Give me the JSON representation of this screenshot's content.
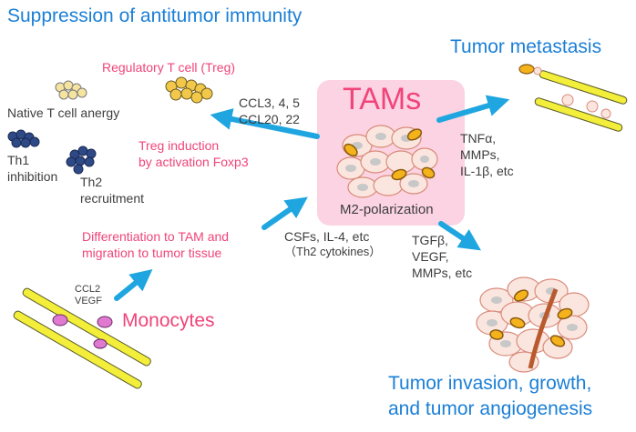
{
  "colors": {
    "title_blue": "#1b7fd6",
    "pink_text": "#f0447a",
    "arrow": "#1fa6e0",
    "tam_box": "#fbd3e2",
    "tumor_cell": "#fbe6df",
    "nucleus": "#c8c8c8",
    "macrophage": "#f4b21b",
    "vessel": "#f2ee3a",
    "monocyte": "#e07ad0"
  },
  "titles": {
    "suppression": "Suppression of antitumor immunity",
    "metastasis": "Tumor metastasis",
    "invasion_line1": "Tumor invasion, growth,",
    "invasion_line2": "and tumor angiogenesis"
  },
  "center": {
    "tams": "TAMs",
    "m2": "M2-polarization"
  },
  "labels": {
    "treg": "Regulatory T cell (Treg)",
    "native_anergy": "Native T cell anergy",
    "th1_line1": "Th1",
    "th1_line2": "inhibition",
    "th2_line1": "Th2",
    "th2_line2": "recruitment",
    "ccl_line1": "CCL3, 4, 5",
    "ccl_line2": "CCL20, 22",
    "treg_ind_line1": "Treg induction",
    "treg_ind_line2": "by activation Foxp3",
    "tnf_line1": "TNFα,",
    "tnf_line2": "MMPs,",
    "tnf_line3": "IL-1β, etc",
    "tgf_line1": "TGFβ,",
    "tgf_line2": "VEGF,",
    "tgf_line3": "MMPs, etc",
    "diff_line1": "Differentiation to TAM and",
    "diff_line2": "migration to tumor tissue",
    "csf_line1": "CSFs, IL-4, etc",
    "csf_line2": "（Th2 cytokines）",
    "ccl2": "CCL2",
    "vegf": "VEGF",
    "monocytes": "Monocytes"
  }
}
